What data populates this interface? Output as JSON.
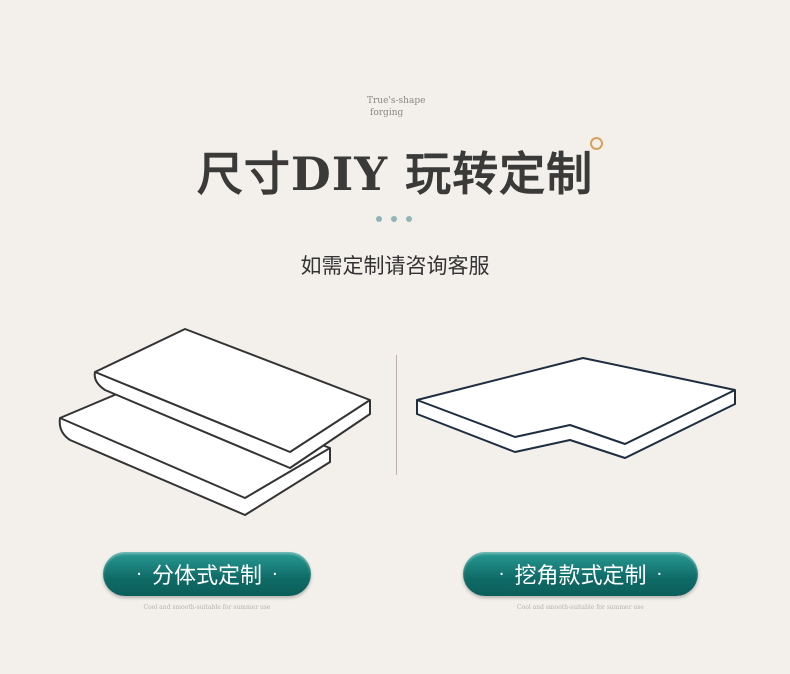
{
  "tagline": {
    "line1": "True's-shape",
    "line2": "forging"
  },
  "title": "尺寸DIY 玩转定制",
  "subtitle": "如需定制请咨询客服",
  "options": [
    {
      "label": "分体式定制",
      "caption": "Cool and smooth-suitable for summer use"
    },
    {
      "label": "挖角款式定制",
      "caption": "Cool and smooth-suitable for summer use"
    }
  ],
  "bullet": "·",
  "colors": {
    "accent": "#0f6b67",
    "line_left": "#333333",
    "line_right": "#1e2e40",
    "dots": "#8fb5b5",
    "ring": "#d9a25a"
  }
}
